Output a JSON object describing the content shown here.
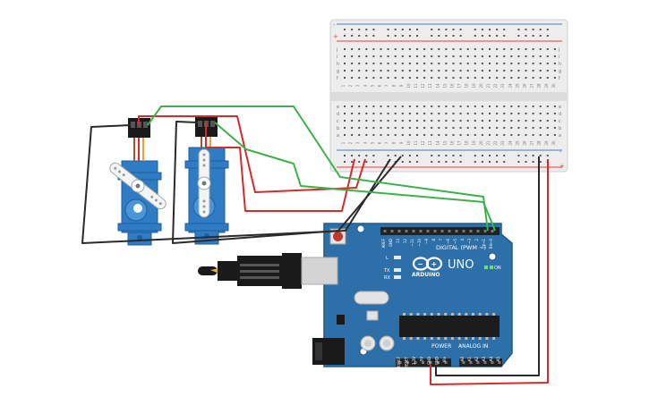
{
  "colors": {
    "board": "#2D6FA8",
    "board_edge": "#1F5A8C",
    "board_dark": "#15456E",
    "servo": "#2F7BC4",
    "servo_dark": "#1E5E9E",
    "breadboard": "#ECECEC",
    "wire_red": "#D42B2B",
    "wire_green": "#3CB04A",
    "wire_black": "#2A2A2A",
    "rail_red": "#E0433A",
    "rail_blue": "#4A7AC0"
  },
  "arduino": {
    "brand_name": "ARDUINO",
    "model": "UNO",
    "on_label": "ON",
    "digital_label": "DIGITAL (PWM ~)",
    "power_label": "POWER",
    "analog_label": "ANALOG IN",
    "top_pins": [
      "AREF",
      "GND",
      "13",
      "12",
      "~11",
      "~10",
      "~9",
      "8",
      "7",
      "~6",
      "~5",
      "4",
      "~3",
      "2",
      "TX→1",
      "RX←0"
    ],
    "power_pins": [
      "IOREF",
      "RESET",
      "3.3V",
      "5V",
      "GND",
      "GND",
      "Vin"
    ],
    "analog_pins": [
      "A0",
      "A1",
      "A2",
      "A3",
      "A4",
      "A5"
    ],
    "led_labels": [
      "L",
      "TX",
      "RX"
    ]
  },
  "breadboard": {
    "columns_top": [
      "1",
      "2",
      "3",
      "4",
      "5",
      "6",
      "7",
      "8",
      "9",
      "10",
      "11",
      "12",
      "13",
      "14",
      "15",
      "16",
      "17",
      "18",
      "19",
      "20",
      "21",
      "22",
      "23",
      "24",
      "25",
      "26",
      "27",
      "28",
      "29",
      "30"
    ],
    "rows_upper": [
      "j",
      "i",
      "h",
      "g",
      "f"
    ],
    "rows_lower": [
      "e",
      "d",
      "c",
      "b",
      "a"
    ],
    "rail_plus": "+",
    "rail_minus": "-"
  }
}
